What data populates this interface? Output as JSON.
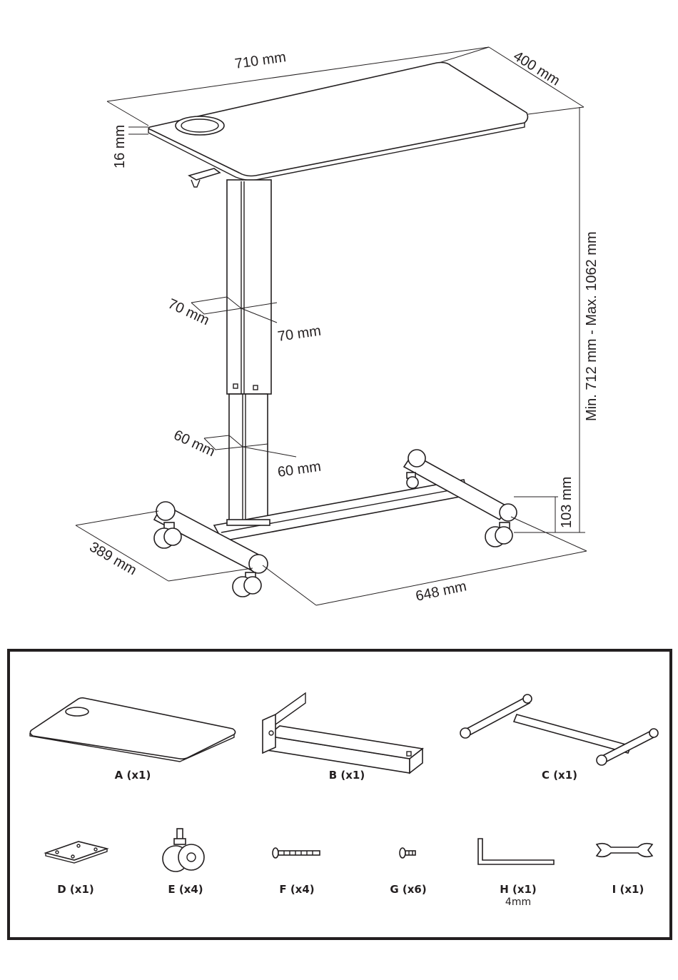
{
  "dimensions": {
    "width": "710 mm",
    "depth": "400 mm",
    "thickness": "16 mm",
    "height_range": "Min. 712 mm - Max. 1062 mm",
    "upper_column_a": "70 mm",
    "upper_column_b": "70 mm",
    "lower_column_a": "60 mm",
    "lower_column_b": "60 mm",
    "base_depth": "389 mm",
    "base_width": "648 mm",
    "base_height": "103 mm"
  },
  "parts": [
    {
      "id": "A",
      "label": "A (x1)",
      "icon": "desktop-panel-icon"
    },
    {
      "id": "B",
      "label": "B (x1)",
      "icon": "column-icon"
    },
    {
      "id": "C",
      "label": "C (x1)",
      "icon": "base-frame-icon"
    },
    {
      "id": "D",
      "label": "D (x1)",
      "icon": "mounting-plate-icon"
    },
    {
      "id": "E",
      "label": "E (x4)",
      "icon": "caster-wheel-icon"
    },
    {
      "id": "F",
      "label": "F (x4)",
      "icon": "long-bolt-icon"
    },
    {
      "id": "G",
      "label": "G (x6)",
      "icon": "short-screw-icon"
    },
    {
      "id": "H",
      "label": "H (x1)",
      "sublabel": "4mm",
      "icon": "allen-key-icon"
    },
    {
      "id": "I",
      "label": "I (x1)",
      "icon": "wrench-icon"
    }
  ]
}
